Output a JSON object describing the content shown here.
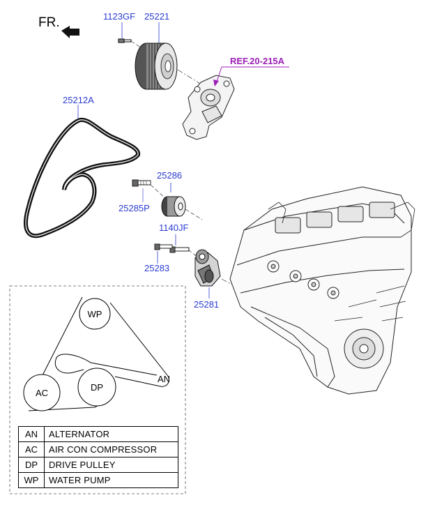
{
  "direction_label": "FR.",
  "part_numbers": {
    "bolt_top": "1123GF",
    "pulley": "25221",
    "reference": "REF.20-215A",
    "belt": "25212A",
    "idler": "25286",
    "idler_bolt": "25285P",
    "tensioner_bolt_upper": "1140JF",
    "tensioner_bolt_lower": "25283",
    "tensioner": "25281"
  },
  "belt_layout": {
    "pulleys": [
      "WP",
      "AC",
      "DP",
      "AN"
    ]
  },
  "legend": [
    {
      "code": "AN",
      "description": "ALTERNATOR"
    },
    {
      "code": "AC",
      "description": "AIR CON COMPRESSOR"
    },
    {
      "code": "DP",
      "description": "DRIVE PULLEY"
    },
    {
      "code": "WP",
      "description": "WATER PUMP"
    }
  ]
}
